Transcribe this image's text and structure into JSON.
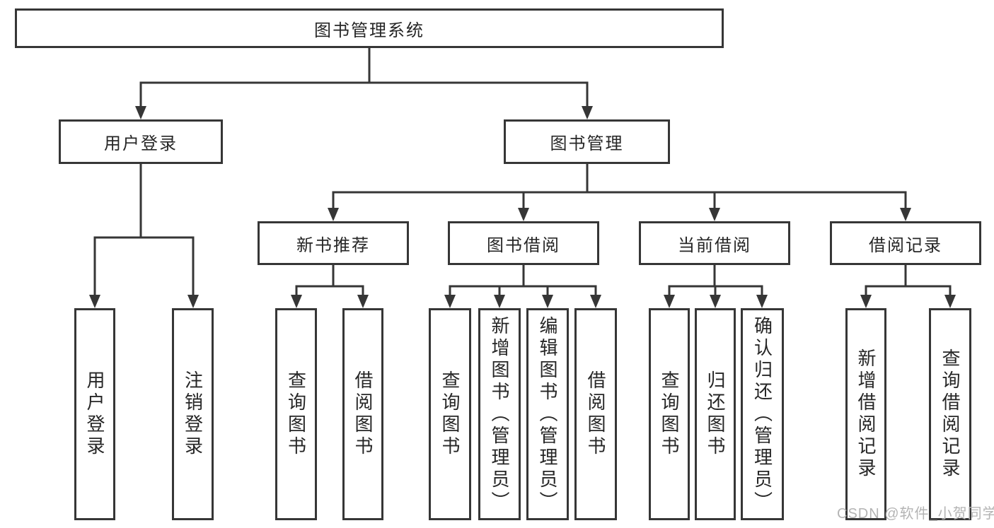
{
  "diagram": {
    "colors": {
      "line": "#363636",
      "text": "#262626",
      "watermark": "#b4b4b4",
      "background": "#ffffff"
    },
    "root": {
      "label": "图书管理系统"
    },
    "level2": {
      "user_login": {
        "label": "用户登录"
      },
      "book_mgmt": {
        "label": "图书管理"
      }
    },
    "level3": {
      "new_book_rec": {
        "label": "新书推荐"
      },
      "book_borrow": {
        "label": "图书借阅"
      },
      "current_borrow": {
        "label": "当前借阅"
      },
      "borrow_records": {
        "label": "借阅记录"
      }
    },
    "leaves": {
      "user_login_leaf": {
        "label": "用户登录"
      },
      "logout_leaf": {
        "label": "注销登录"
      },
      "rec_query_book": {
        "label": "查询图书"
      },
      "rec_borrow_book": {
        "label": "借阅图书"
      },
      "bb_query_book": {
        "label": "查询图书"
      },
      "bb_add_book": {
        "label": "新增图书（管理员）"
      },
      "bb_edit_book": {
        "label": "编辑图书（管理员）"
      },
      "bb_borrow_book": {
        "label": "借阅图书"
      },
      "cb_query_book": {
        "label": "查询图书"
      },
      "cb_return_book": {
        "label": "归还图书"
      },
      "cb_confirm_return": {
        "label": "确认归还（管理员）"
      },
      "br_add_record": {
        "label": "新增借阅记录"
      },
      "br_query_record": {
        "label": "查询借阅记录"
      }
    },
    "structure": {
      "root": [
        "user_login",
        "book_mgmt"
      ],
      "user_login": [
        "user_login_leaf",
        "logout_leaf"
      ],
      "book_mgmt": [
        "new_book_rec",
        "book_borrow",
        "current_borrow",
        "borrow_records"
      ],
      "new_book_rec": [
        "rec_query_book",
        "rec_borrow_book"
      ],
      "book_borrow": [
        "bb_query_book",
        "bb_add_book",
        "bb_edit_book",
        "bb_borrow_book"
      ],
      "current_borrow": [
        "cb_query_book",
        "cb_return_book",
        "cb_confirm_return"
      ],
      "borrow_records": [
        "br_add_record",
        "br_query_record"
      ]
    },
    "watermark": "CSDN @软件_小贺同学"
  }
}
